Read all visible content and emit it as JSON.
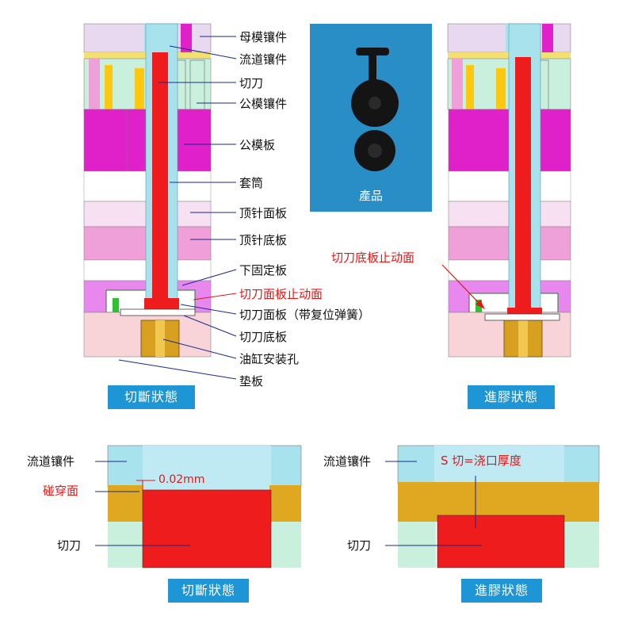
{
  "labels": {
    "female_insert": "母模镶件",
    "runner_insert": "流道镶件",
    "cutter": "切刀",
    "male_insert": "公模镶件",
    "male_plate": "公模板",
    "sleeve": "套筒",
    "ejector_plate": "顶针面板",
    "ejector_base": "顶针底板",
    "lower_fixed_plate": "下固定板",
    "cutter_face_stop": "切刀面板止动面",
    "cutter_face_plate": "切刀面板（带复位弹簧）",
    "cutter_base_plate": "切刀底板",
    "cylinder_hole": "油缸安装孔",
    "spacer_plate": "垫板",
    "cutter_base_stop": "切刀底板止动面"
  },
  "photo_caption": "產品",
  "status": {
    "cut": "切斷狀態",
    "feed": "進膠狀態"
  },
  "detail_left": {
    "runner_insert": "流道镶件",
    "collision_face": "碰穿面",
    "gap": "0.02mm",
    "cutter": "切刀"
  },
  "detail_right": {
    "runner_insert": "流道镶件",
    "s_cut": "S 切=浇口厚度",
    "cutter": "切刀"
  },
  "colors": {
    "accent": "#1e96d6",
    "cutter_red": "#ee1c1c",
    "callout_red": "#e01818"
  }
}
